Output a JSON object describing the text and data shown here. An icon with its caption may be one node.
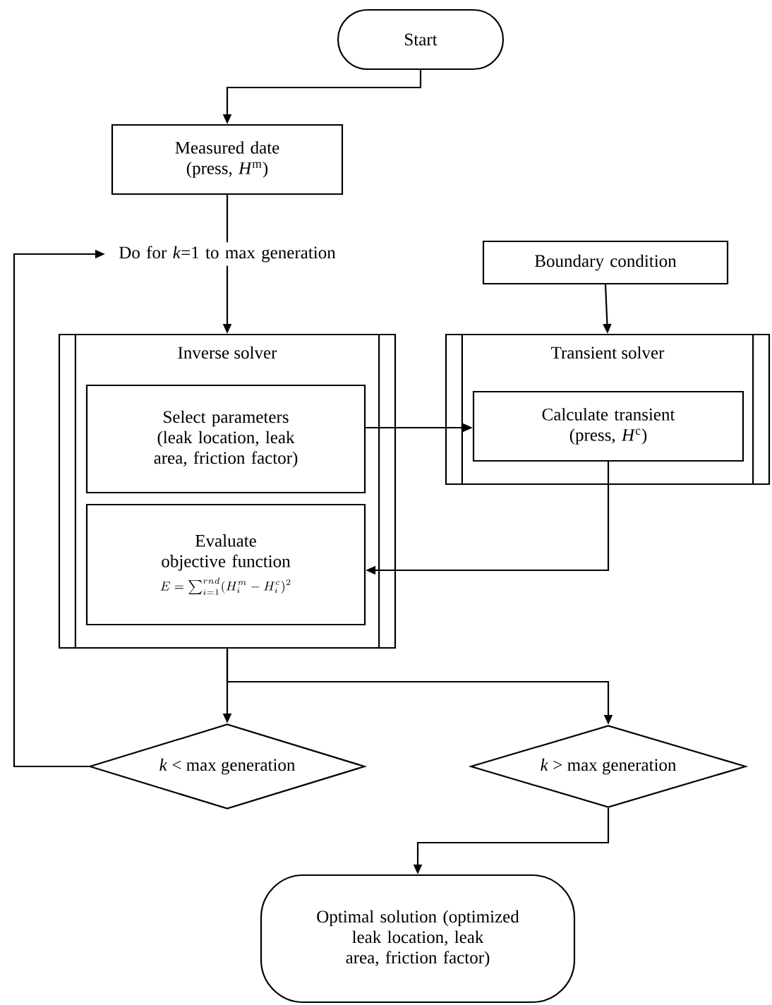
{
  "diagram": {
    "nodes": [
      {
        "text": [
          "Start"
        ]
      },
      {
        "text": [
          "Measured date (press, *H*$^{m}$)"
        ]
      },
      {
        "text": [
          "Do for *k*=1 to max generation"
        ]
      },
      {
        "text": [
          "Boundary condition"
        ]
      },
      {
        "text": [
          "Inverse solver"
        ]
      },
      {
        "text": [
          "Select parameters (leak location, leak area, friction factor)"
        ],
        "in": 4
      },
      {
        "text": [
          "Evaluate objective function",
          "E=\\sum_{i=1}^{rnd}(H_i^m-H_i^c)^2"
        ],
        "in": 4
      },
      {
        "text": [
          "Transient solver"
        ]
      },
      {
        "text": [
          "Calculate transient (press, *H*$^{c}$)"
        ],
        "in": 7
      },
      {
        "text": [
          "*k* < max generation"
        ]
      },
      {
        "text": [
          "*k* > max generation"
        ]
      },
      {
        "text": [
          "Optimal solution (optimized leak location, leak area, friction factor)"
        ]
      }
    ],
    "edges": [
      {
        "from": 0,
        "to": 1,
        "arrow": "to"
      },
      {
        "from": 1,
        "to": 2,
        "arrow": "none"
      },
      {
        "from": 2,
        "to": 4,
        "arrow": "to"
      },
      {
        "from": 3,
        "to": 7,
        "arrow": "to"
      },
      {
        "from": 5,
        "to": 8,
        "arrow": "to"
      },
      {
        "from": 8,
        "to": 6,
        "arrow": "to"
      },
      {
        "from": 4,
        "to": 9,
        "arrow": "to"
      },
      {
        "from": 4,
        "to": 10,
        "arrow": "to"
      },
      {
        "from": 9,
        "to": 2,
        "arrow": "to"
      },
      {
        "from": 10,
        "to": 11,
        "arrow": "to"
      }
    ]
  }
}
